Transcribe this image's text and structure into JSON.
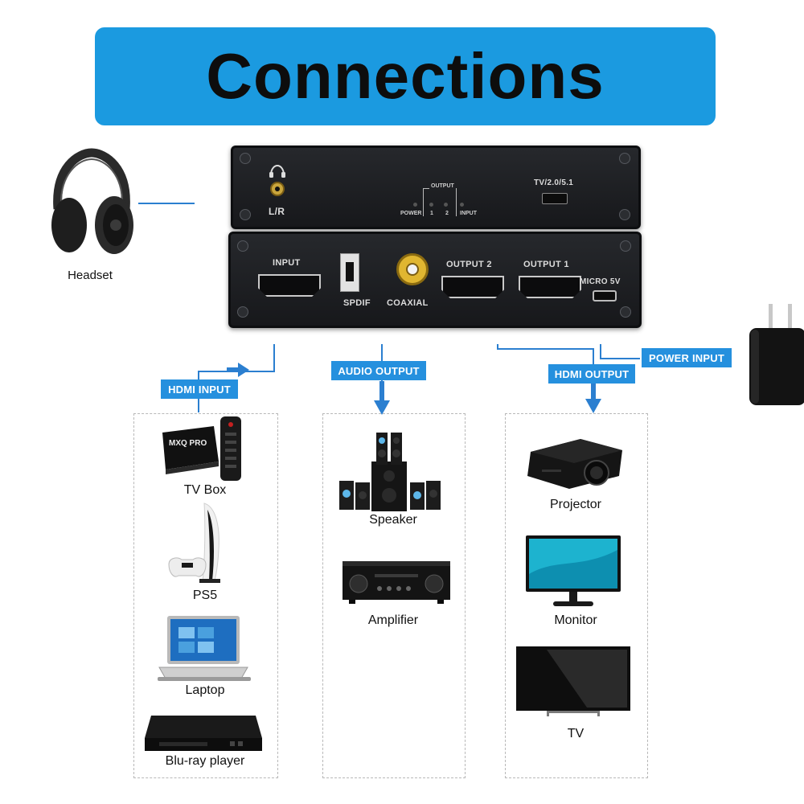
{
  "title": "Connections",
  "device_front": {
    "lr_label": "L/R",
    "output_label": "OUTPUT",
    "led_power": "POWER",
    "led_1": "1",
    "led_2": "2",
    "led_input": "INPUT",
    "switch_label": "TV/2.0/5.1"
  },
  "device_back": {
    "input_label": "INPUT",
    "spdif_label": "SPDIF",
    "coaxial_label": "COAXIAL",
    "output2_label": "OUTPUT 2",
    "output1_label": "OUTPUT 1",
    "micro_label": "MICRO 5V"
  },
  "headset_caption": "Headset",
  "labels": {
    "hdmi_input": "HDMI INPUT",
    "audio_output": "AUDIO OUTPUT",
    "hdmi_output": "HDMI OUTPUT",
    "power_input": "POWER INPUT"
  },
  "input_devices": [
    "TV Box",
    "PS5",
    "Laptop",
    "Blu-ray player"
  ],
  "audio_devices": [
    "Speaker",
    "Amplifier"
  ],
  "output_devices": [
    "Projector",
    "Monitor",
    "TV"
  ],
  "tvbox_brand": "MXQ PRO",
  "colors": {
    "banner": "#1b9ae0",
    "label": "#2590de",
    "line": "#2b7fd0"
  }
}
